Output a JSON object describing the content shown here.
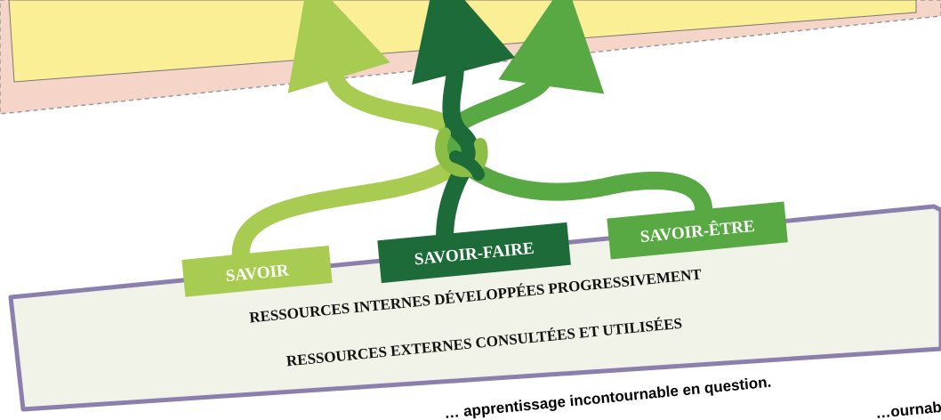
{
  "colors": {
    "outer_band": "#f6d5c9",
    "inner_band": "#fbef96",
    "dashed_border": "#999999",
    "box_fill": "#f1f3e9",
    "box_border": "#8c7fae",
    "savoir": "#a8cc52",
    "savoir_faire": "#1e6b3a",
    "savoir_etre": "#58a943",
    "label_text": "#ffffff"
  },
  "labels": {
    "savoir": "SAVOIR",
    "savoir_faire": "SAVOIR-FAIRE",
    "savoir_etre": "SAVOIR-ÊTRE"
  },
  "resources": {
    "internal": "RESSOURCES INTERNES DÉVELOPPÉES PROGRESSIVEMENT",
    "external": "RESSOURCES EXTERNES CONSULTÉES ET UTILISÉES"
  },
  "bottom_text": {
    "line1": "… apprentissage incontournable en question.",
    "line2": "…ournable"
  }
}
